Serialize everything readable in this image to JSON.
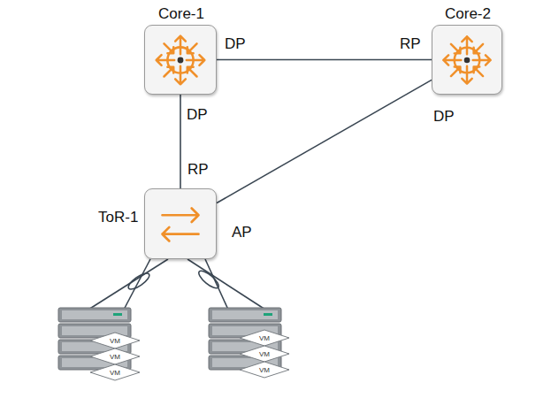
{
  "diagram": {
    "nodes": [
      {
        "text": [
          "Core-1"
        ]
      },
      {
        "text": [
          "Core-2"
        ]
      },
      {
        "text": [
          "ToR-1"
        ]
      },
      {
        "text": [
          "VM"
        ]
      },
      {
        "text": [
          "VM"
        ]
      },
      {
        "text": [
          "VM"
        ]
      },
      {
        "text": [
          "VM"
        ]
      },
      {
        "text": [
          "VM"
        ]
      },
      {
        "text": [
          "VM"
        ]
      }
    ],
    "edges": [
      {
        "from": 0,
        "to": 1,
        "arrow": "none"
      },
      {
        "from": 0,
        "to": 2,
        "arrow": "none"
      },
      {
        "from": 1,
        "to": 2,
        "arrow": "none"
      }
    ],
    "labels": [
      "DP",
      "RP",
      "DP",
      "DP",
      "RP",
      "AP"
    ]
  }
}
